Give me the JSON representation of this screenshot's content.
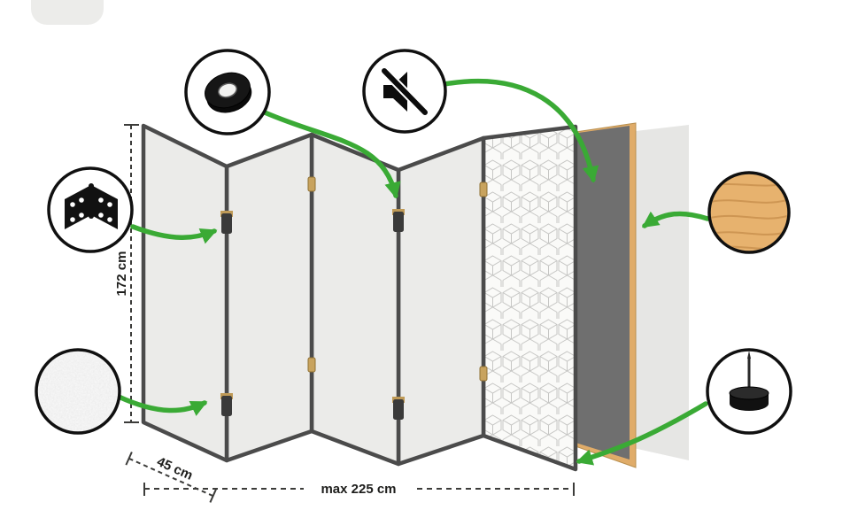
{
  "labels": {
    "height": "172 cm",
    "panel_width": "45 cm",
    "max_width": "max 225 cm"
  },
  "callouts": [
    {
      "icon": "tape-roll-icon"
    },
    {
      "icon": "muted-speaker-icon"
    },
    {
      "icon": "hinge-icon"
    },
    {
      "icon": "fabric-texture-swatch"
    },
    {
      "icon": "wood-texture-swatch"
    },
    {
      "icon": "felt-pad-icon"
    }
  ],
  "colors": {
    "arrow_green": "#3aaa35",
    "panel_fill": "#ebebe9",
    "panel_border": "#4b4b4b",
    "wood": "#e0ac69",
    "dark_panel": "#6f6f6f",
    "dimension_ink": "#3c3c3a"
  }
}
